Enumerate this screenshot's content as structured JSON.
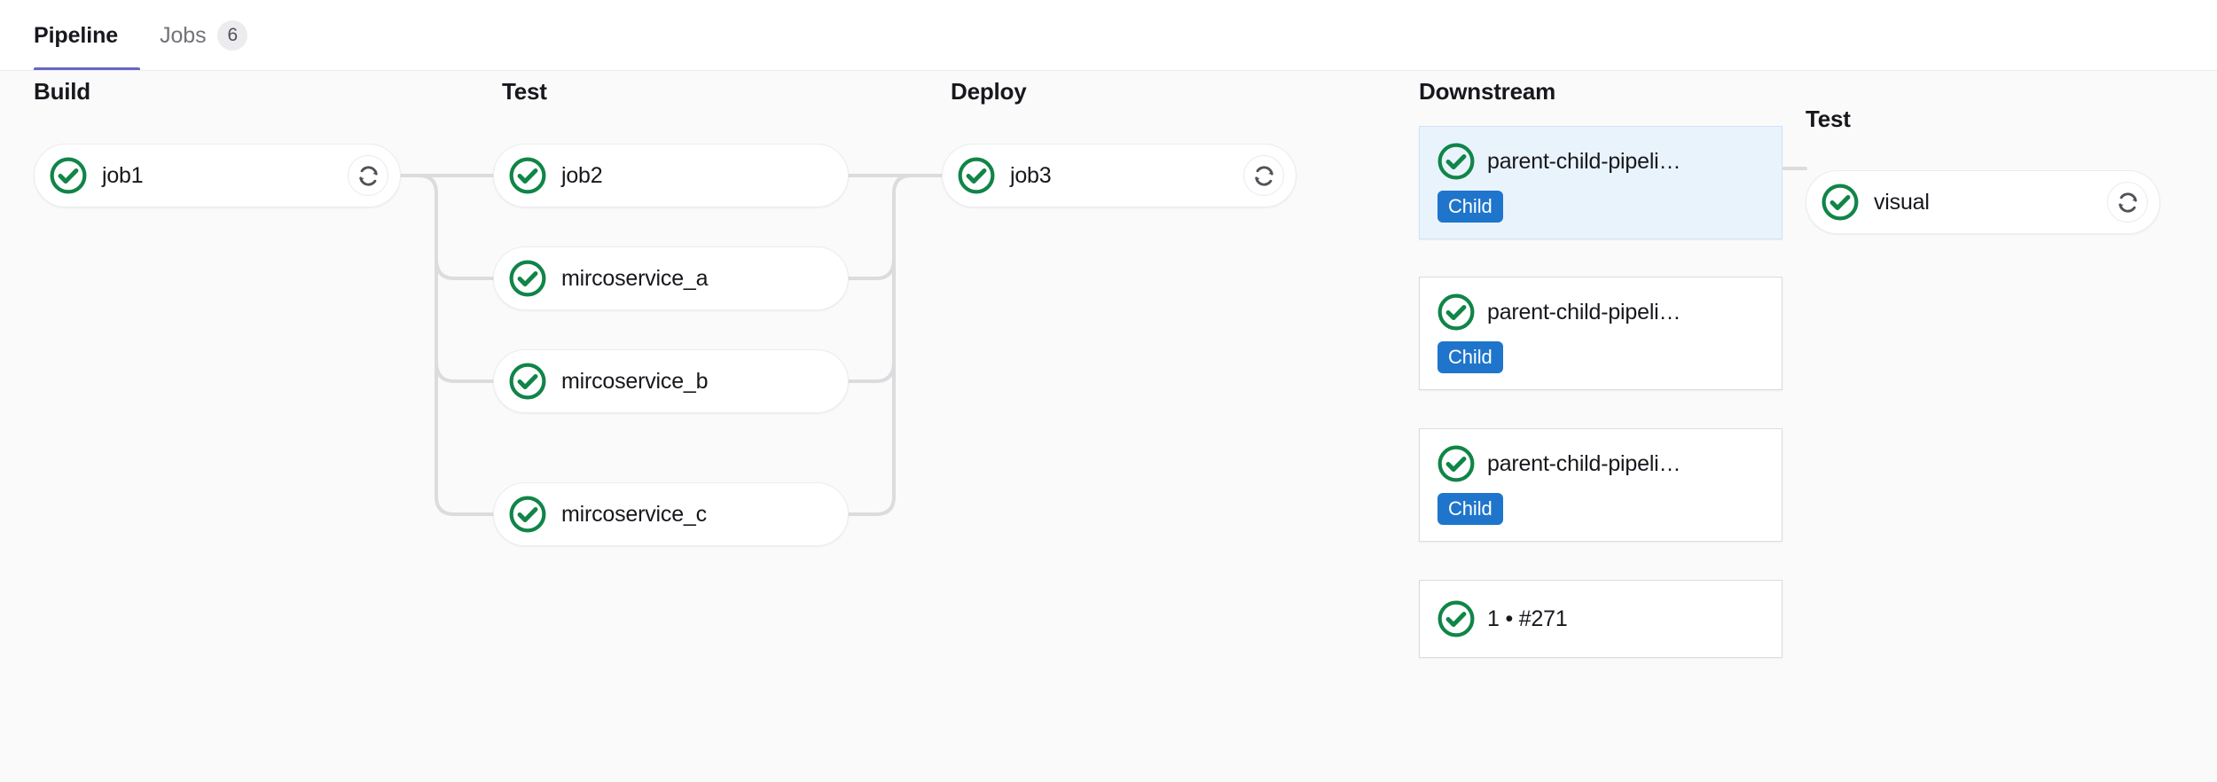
{
  "tabs": [
    {
      "label": "Pipeline",
      "active": true,
      "badge": null,
      "name": "tab-pipeline"
    },
    {
      "label": "Jobs",
      "active": false,
      "badge": "6",
      "name": "tab-jobs"
    }
  ],
  "colors": {
    "accent_tab_underline": "#6666c4",
    "status_success": "#108548",
    "badge_child": "#1f75cb",
    "card_selected_bg": "#e9f3fc",
    "canvas_bg": "#fafafa",
    "edge_stroke": "#dcdcde"
  },
  "pipeline": {
    "stages": [
      {
        "title": "Build",
        "name": "stage-build",
        "jobs": [
          {
            "label": "job1",
            "status": "success",
            "status_icon": "status-success-icon",
            "retry": true,
            "retry_icon": "retry-icon"
          }
        ]
      },
      {
        "title": "Test",
        "name": "stage-test",
        "jobs": [
          {
            "label": "job2",
            "status": "success",
            "status_icon": "status-success-icon",
            "retry": false
          },
          {
            "label": "mircoservice_a",
            "status": "success",
            "status_icon": "status-success-icon",
            "retry": false
          },
          {
            "label": "mircoservice_b",
            "status": "success",
            "status_icon": "status-success-icon",
            "retry": false
          },
          {
            "label": "mircoservice_c",
            "status": "success",
            "status_icon": "status-success-icon",
            "retry": false
          }
        ]
      },
      {
        "title": "Deploy",
        "name": "stage-deploy",
        "jobs": [
          {
            "label": "job3",
            "status": "success",
            "status_icon": "status-success-icon",
            "retry": true,
            "retry_icon": "retry-icon"
          }
        ]
      }
    ],
    "downstream": {
      "title": "Downstream",
      "name": "stage-downstream",
      "cards": [
        {
          "label": "parent-child-pipeli…",
          "badge": "Child",
          "status": "success",
          "status_icon": "status-success-icon",
          "selected": true
        },
        {
          "label": "parent-child-pipeli…",
          "badge": "Child",
          "status": "success",
          "status_icon": "status-success-icon",
          "selected": false
        },
        {
          "label": "parent-child-pipeli…",
          "badge": "Child",
          "status": "success",
          "status_icon": "status-success-icon",
          "selected": false
        },
        {
          "label": "1 • #271",
          "badge": null,
          "status": "success",
          "status_icon": "status-success-icon",
          "selected": false
        }
      ]
    },
    "nested": {
      "title": "Test",
      "name": "stage-nested-test",
      "jobs": [
        {
          "label": "visual",
          "status": "success",
          "status_icon": "status-success-icon",
          "retry": true,
          "retry_icon": "retry-icon"
        }
      ]
    }
  }
}
